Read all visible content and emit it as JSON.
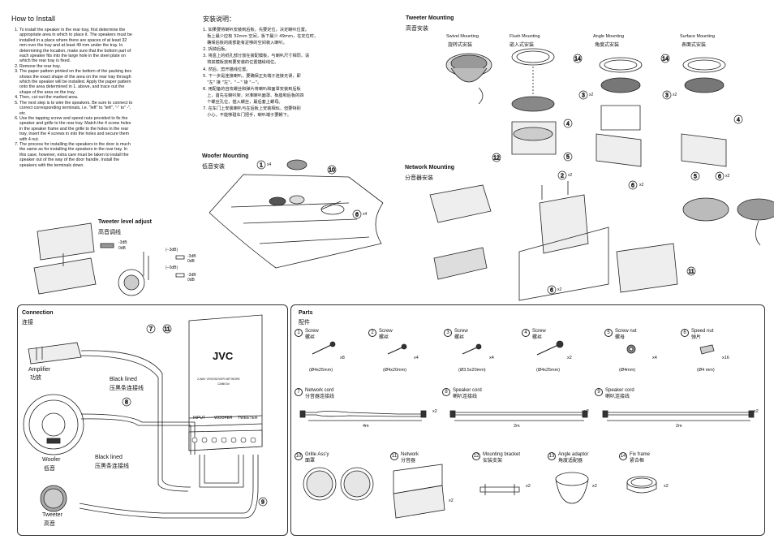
{
  "howto": {
    "title": "How to Install",
    "steps": [
      "To install the speaker in the rear tray, first determine the appropriate area in which to place it. The speakers must be installed in a place where there are spaces of at least 32 mm over the tray and at least 49 mm under the tray. In determining the location, make sure that the bottom part of each speaker fits into the large hole in the steel plate on which the rear tray is fixed.",
      "Remove the rear tray.",
      "The paper pattern printed on the bottom of the packing box shows the exact shape of the area on the rear tray through which the speaker will be installed. Apply the paper pattern onto the area determined in 1. above, and trace out the shape of the area on the tray.",
      "Then, cut out the marked area.",
      "The next step is to wire the speakers. Be sure to connect to correct corresponding terminals, i.e. \"left\" to \"left\", \"-\" to\" -\", etc.",
      "Use the tapping screw and speed nuts provided to fix the speaker and grille to the rear tray. Match the 4 screw holes in the speaker frame and the grille to the holes in the rear tray, insert the 4 screws in into the holes and secure them with 4 nut.",
      "The process for installing the speakers in the door is much the same as for installing the speakers in the rear tray. In this case, however, extra care must be taken to install the speaker out of the way of the door handle. Install the speakers with the terminals down."
    ]
  },
  "cn_install": {
    "title": "安装说明：",
    "steps": [
      "1. 如果要将喇叭安装到后板，先要定位，决定喇叭位置。",
      "　板上最少应有 32mm 空间，板下最少 49mm，在定位时，",
      "　确保后板的底部能有足够的空间装入喇叭。",
      "2. 拆掉后板。",
      "3. 将盒上的纸孔部分放在装配模板，与喇叭尺寸相同，请",
      "　将其模板放到要安装的位置描绘线位。",
      "4. 然后，剪开描线位置。",
      "5. 下一步是连接喇叭，要确保正负端子连接无误，即",
      "　\"左\" 接 \"左\"，\"－\" 接 \"－\"。",
      "6. 用配备的自攻螺丝和弹片将喇叭和面罩安装到后板",
      "　上，首先在喇叭架，对准喇叭面罩、板座和后板的四",
      "　个螺丝孔位，插入螺丝，最后套上螺母。",
      "7. 在车门上安装喇叭与在后板上安装相似，但要特别",
      "　小心，不能够碰车门把手，喇叭端子要朝下。"
    ]
  },
  "tweeter_mounting": {
    "title": "Tweeter Mounting",
    "cn": "高音安装",
    "types": [
      {
        "en": "Swivel Mounting",
        "cn": "旋转式安装"
      },
      {
        "en": "Flush Mounting",
        "cn": "嵌入式安装"
      },
      {
        "en": "Angle Mounting",
        "cn": "角度式安装"
      },
      {
        "en": "Surface Mounting",
        "cn": "表面式安装"
      }
    ],
    "x2": "x2"
  },
  "woofer_mounting": {
    "title": "Woofer Mounting",
    "cn": "低音安装",
    "x4a": "x4",
    "x4b": "x4"
  },
  "network_mounting": {
    "title": "Network Mounting",
    "cn": "分音器安装",
    "x2a": "x2",
    "x2b": "x2"
  },
  "tweeter_level": {
    "title": "Tweeter level adjust",
    "cn": "高音调线",
    "m3": "-3dB",
    "z0": "0dB",
    "opt1": "(−3dB)",
    "opt2": "(−0dB)"
  },
  "connection": {
    "title": "Connection",
    "cn": "连接",
    "amplifier": "Amplifier",
    "amplifier_cn": "功放",
    "black_lined": "Black lined",
    "black_lined_cn": "压黑条连接线",
    "woofer": "Woofer",
    "woofer_cn": "低音",
    "tweeter": "Tweeter",
    "tweeter_cn": "高音",
    "brand": "JVC",
    "network_caption": "2-WAY CROSSOVER NETWORK",
    "network_sub": "12dB/Oct",
    "terminals": [
      "INPUT",
      "WOOFER",
      "TWEETER"
    ]
  },
  "parts": {
    "title": "Parts",
    "cn": "配件",
    "items": [
      {
        "num": "1",
        "en": "Screw",
        "cn": "螺丝",
        "qty": "x8",
        "dim": "(Ø4x25mm)"
      },
      {
        "num": "2",
        "en": "Screw",
        "cn": "螺丝",
        "qty": "x4",
        "dim": "(Ø4x20mm)"
      },
      {
        "num": "3",
        "en": "Screw",
        "cn": "螺丝",
        "qty": "x4",
        "dim": "(Ø3.5x20mm)"
      },
      {
        "num": "4",
        "en": "Screw",
        "cn": "螺丝",
        "qty": "x2",
        "dim": "(Ø4x25mm)"
      },
      {
        "num": "5",
        "en": "Screw nut",
        "cn": "螺母",
        "qty": "x4",
        "dim": "(Ø4mm)"
      },
      {
        "num": "6",
        "en": "Speed nut",
        "cn": "弹片",
        "qty": "x16",
        "dim": "(Ø4 mm)"
      },
      {
        "num": "7",
        "en": "Network cord",
        "cn": "分音器连接线",
        "qty": "x2",
        "len": "4m"
      },
      {
        "num": "8",
        "en": "Speaker cord",
        "cn": "喇叭连接线",
        "qty": "x2",
        "len": "2m"
      },
      {
        "num": "9",
        "en": "Speaker cord",
        "cn": "喇叭连接线",
        "qty": "x2",
        "len": "2m"
      },
      {
        "num": "10",
        "en": "Grille Ass'y",
        "cn": "面罩",
        "qty": ""
      },
      {
        "num": "11",
        "en": "Network",
        "cn": "分音器",
        "qty": "x2"
      },
      {
        "num": "12",
        "en": "Mounting bracket",
        "cn": "安装支架",
        "qty": "x2"
      },
      {
        "num": "13",
        "en": "Angle adaptor",
        "cn": "角度适配器",
        "qty": "x2"
      },
      {
        "num": "14",
        "en": "Fix frame",
        "cn": "紧合框",
        "qty": "x2"
      }
    ]
  }
}
